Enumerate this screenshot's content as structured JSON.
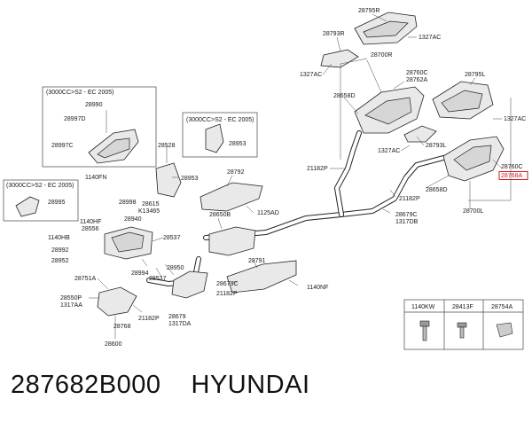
{
  "labels": {
    "28795R": "28795R",
    "28793R": "28793R",
    "1327AC_top": "1327AC",
    "28700R": "28700R",
    "1327AC_left": "1327AC",
    "28760C_top": "28760C",
    "28762A": "28762A",
    "28658D_top": "28658D",
    "28795L": "28795L",
    "1327AC_right": "1327AC",
    "28793L": "28793L",
    "1327AC_mid": "1327AC",
    "21182P_top": "21182P",
    "28760C_right": "28760C",
    "28768A": "28768A",
    "28658D_right": "28658D",
    "21182P_right": "21182P",
    "28700L": "28700L",
    "28679C_right": "28679C",
    "1317DB": "1317DB",
    "28990": "28990",
    "28997D": "28997D",
    "28997C": "28997C",
    "28953_box": "28953",
    "28528": "28528",
    "28953": "28953",
    "1140FN": "1140FN",
    "28995": "28995",
    "28792": "28792",
    "28998": "28998",
    "28615": "28615",
    "K13465": "K13465",
    "1140HF": "1140HF",
    "28940": "28940",
    "28556": "28556",
    "1125AD": "1125AD",
    "28650B": "28650B",
    "1140HB": "1140HB",
    "28992": "28992",
    "28537_top": "28537",
    "28952": "28952",
    "28994": "28994",
    "28950": "28950",
    "28791": "28791",
    "28537_bot": "28537",
    "28751A": "28751A",
    "1140NF": "1140NF",
    "28679C_bot": "28679C",
    "28550P": "28550P",
    "1317AA": "1317AA",
    "21182P_low": "21182P",
    "21182P_bot": "21182P",
    "28768": "28768",
    "28679": "28679",
    "1317DA": "1317DA",
    "28600": "28600"
  },
  "boxes": {
    "box1": "(3000CC>S2 - EC 2005)",
    "box2": "(3000CC>S2 - EC 2005)",
    "box3": "(3000CC>S2 - EC 2005)"
  },
  "fasteners": {
    "col1": "1140KW",
    "col2": "28413F",
    "col3": "28754A"
  },
  "footer": {
    "part_number": "287682B000",
    "brand": "HYUNDAI"
  },
  "colors": {
    "highlight": "#d21a1a",
    "line": "#222222"
  }
}
